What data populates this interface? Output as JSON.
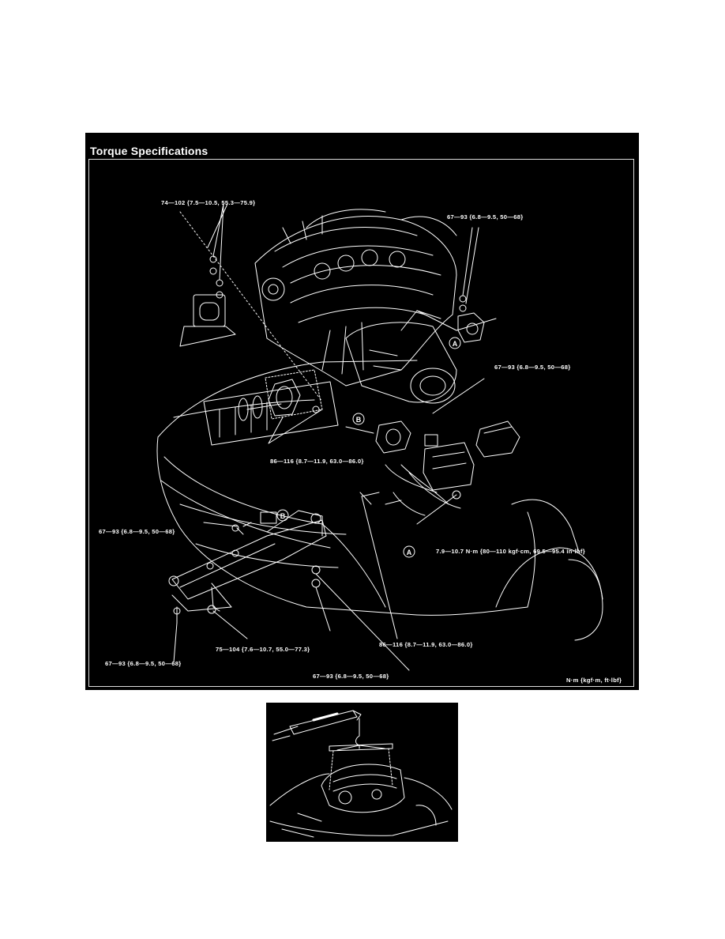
{
  "page": {
    "background": "#ffffff"
  },
  "torque_figure": {
    "title": "Torque Specifications",
    "units_note": "N·m {kgf·m, ft·lbf}",
    "callouts": {
      "mount_left": "74—102 {7.5—10.5, 55.3—75.9}",
      "mount_right": "67—93 {6.8—9.5, 50—68}",
      "trans_mount": "67—93 {6.8—9.5, 50—68}",
      "engine_mount_bolt": "86—116 {8.7—11.9, 63.0—86.0}",
      "crossmember_left": "67—93 {6.8—9.5, 50—68}",
      "harness_ground": "7.9—10.7 N·m {80—110 kgf·cm, 69.5—95.4 in·lbf}",
      "front_bolt": "67—93 {6.8—9.5, 50—68}",
      "crossmember_nut": "75—104 {7.6—10.7, 55.0—77.3}",
      "lower_bolt": "86—116 {8.7—11.9, 63.0—86.0}",
      "bottom_nut": "67—93 {6.8—9.5, 50—68}"
    },
    "markers": {
      "a": "A",
      "b": "B"
    },
    "colors": {
      "panel": "#000000",
      "linework": "#ffffff"
    }
  },
  "lift_figure": {
    "icon": "engine-hoist-illustration",
    "colors": {
      "panel": "#000000",
      "linework": "#ffffff"
    }
  }
}
